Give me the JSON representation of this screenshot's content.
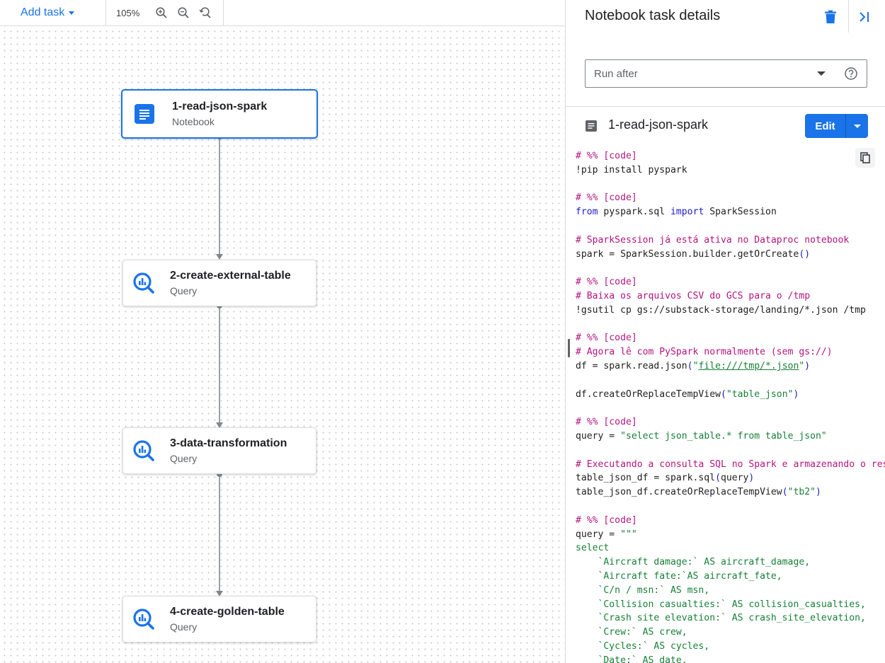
{
  "toolbar": {
    "add_task_label": "Add task",
    "zoom_level": "105%"
  },
  "colors": {
    "accent": "#1a73e8",
    "comment": "#b3147f",
    "keyword": "#1c1cc8",
    "string": "#188038"
  },
  "nodes": [
    {
      "title": "1-read-json-spark",
      "type": "Notebook",
      "icon": "notebook-icon",
      "selected": true
    },
    {
      "title": "2-create-external-table",
      "type": "Query",
      "icon": "bigquery-icon",
      "selected": false
    },
    {
      "title": "3-data-transformation",
      "type": "Query",
      "icon": "bigquery-icon",
      "selected": false
    },
    {
      "title": "4-create-golden-table",
      "type": "Query",
      "icon": "bigquery-icon",
      "selected": false
    }
  ],
  "panel": {
    "title": "Notebook task details",
    "run_after_placeholder": "Run after",
    "notebook_name": "1-read-json-spark",
    "edit_label": "Edit"
  },
  "code_lines": [
    [
      [
        "c",
        "# %% [code]"
      ]
    ],
    [
      [
        "p",
        "!pip install pyspark"
      ]
    ],
    [],
    [
      [
        "c",
        "# %% [code]"
      ]
    ],
    [
      [
        "k",
        "from"
      ],
      [
        "p",
        " pyspark.sql "
      ],
      [
        "k",
        "import"
      ],
      [
        "p",
        " SparkSession"
      ]
    ],
    [],
    [
      [
        "c",
        "# SparkSession já está ativa no Dataproc notebook"
      ]
    ],
    [
      [
        "p",
        "spark = SparkSession.builder.getOrCreate"
      ],
      [
        "b",
        "()"
      ]
    ],
    [],
    [
      [
        "c",
        "# %% [code]"
      ]
    ],
    [
      [
        "c",
        "# Baixa os arquivos CSV do GCS para o /tmp"
      ]
    ],
    [
      [
        "p",
        "!gsutil cp gs://substack-storage/landing/*.json /tmp"
      ]
    ],
    [],
    [
      [
        "c",
        "# %% [code]"
      ]
    ],
    [
      [
        "c",
        "# Agora lê com PySpark normalmente (sem gs://)"
      ]
    ],
    [
      [
        "p",
        "df = spark.read.json"
      ],
      [
        "b",
        "("
      ],
      [
        "s",
        "\""
      ],
      [
        "u",
        "file:///tmp/*.json"
      ],
      [
        "s",
        "\""
      ],
      [
        "b",
        ")"
      ]
    ],
    [],
    [
      [
        "p",
        "df.createOrReplaceTempView"
      ],
      [
        "b",
        "("
      ],
      [
        "s",
        "\"table_json\""
      ],
      [
        "b",
        ")"
      ]
    ],
    [],
    [
      [
        "c",
        "# %% [code]"
      ]
    ],
    [
      [
        "p",
        "query = "
      ],
      [
        "s",
        "\"select json_table.* from table_json\""
      ]
    ],
    [],
    [
      [
        "c",
        "# Executando a consulta SQL no Spark e armazenando o res"
      ]
    ],
    [
      [
        "p",
        "table_json_df = spark.sql"
      ],
      [
        "b",
        "("
      ],
      [
        "p",
        "query"
      ],
      [
        "b",
        ")"
      ]
    ],
    [
      [
        "p",
        "table_json_df.createOrReplaceTempView"
      ],
      [
        "b",
        "("
      ],
      [
        "s",
        "\"tb2\""
      ],
      [
        "b",
        ")"
      ]
    ],
    [],
    [
      [
        "c",
        "# %% [code]"
      ]
    ],
    [
      [
        "p",
        "query = "
      ],
      [
        "s",
        "\"\"\""
      ]
    ],
    [
      [
        "s",
        "select"
      ]
    ],
    [
      [
        "s",
        "    `Aircraft damage:` AS aircraft_damage,"
      ]
    ],
    [
      [
        "s",
        "    `Aircraft fate:`AS aircraft_fate,"
      ]
    ],
    [
      [
        "s",
        "    `C/n / msn:` AS msn,"
      ]
    ],
    [
      [
        "s",
        "    `Collision casualties:` AS collision_casualties,"
      ]
    ],
    [
      [
        "s",
        "    `Crash site elevation:` AS crash_site_elevation,"
      ]
    ],
    [
      [
        "s",
        "    `Crew:` AS crew,"
      ]
    ],
    [
      [
        "s",
        "    `Cycles:` AS cycles,"
      ]
    ],
    [
      [
        "s",
        "    `Date:` AS date,"
      ]
    ]
  ]
}
